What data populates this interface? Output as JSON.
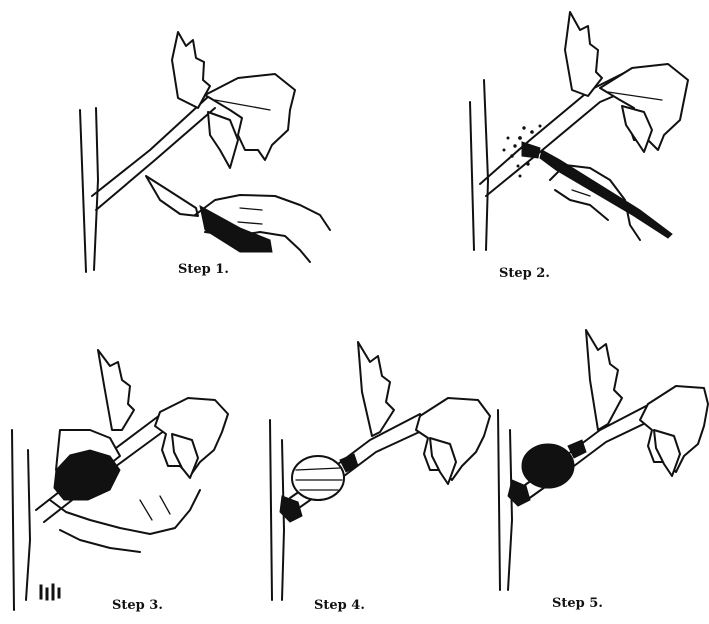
{
  "figure": {
    "steps": [
      {
        "caption": "Step 1."
      },
      {
        "caption": "Step 2."
      },
      {
        "caption": "Step 3."
      },
      {
        "caption": "Step 4."
      },
      {
        "caption": "Step 5."
      }
    ]
  }
}
